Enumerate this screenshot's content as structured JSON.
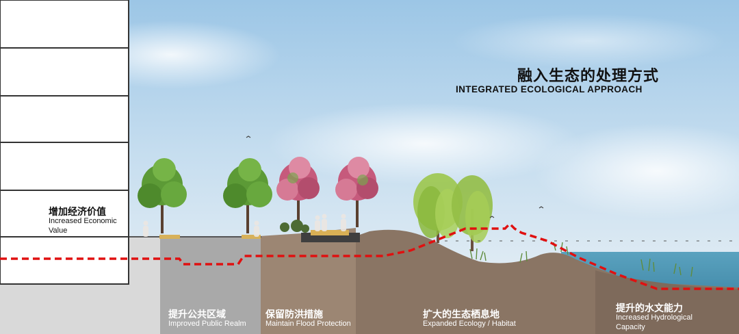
{
  "title": {
    "cn": "融入生态的处理方式",
    "en": "INTEGRATED ECOLOGICAL APPROACH"
  },
  "zones": {
    "economic": {
      "cn": "增加经济价值",
      "en_line1": "Increased Economic",
      "en_line2": "Value"
    },
    "public": {
      "cn": "提升公共区域",
      "en": "Improved Public Realm"
    },
    "flood": {
      "cn": "保留防洪措施",
      "en": "Maintain Flood Protection"
    },
    "ecology": {
      "cn": "扩大的生态栖息地",
      "en": "Expanded Ecology / Habitat"
    },
    "hydro": {
      "cn": "提升的水文能力",
      "en_line1": "Increased Hydrological",
      "en_line2": "Capacity"
    }
  },
  "colors": {
    "flood_line": "#e01010",
    "water": "#3f8aa8",
    "soil": "#8a7564",
    "building": "#ffffff"
  }
}
